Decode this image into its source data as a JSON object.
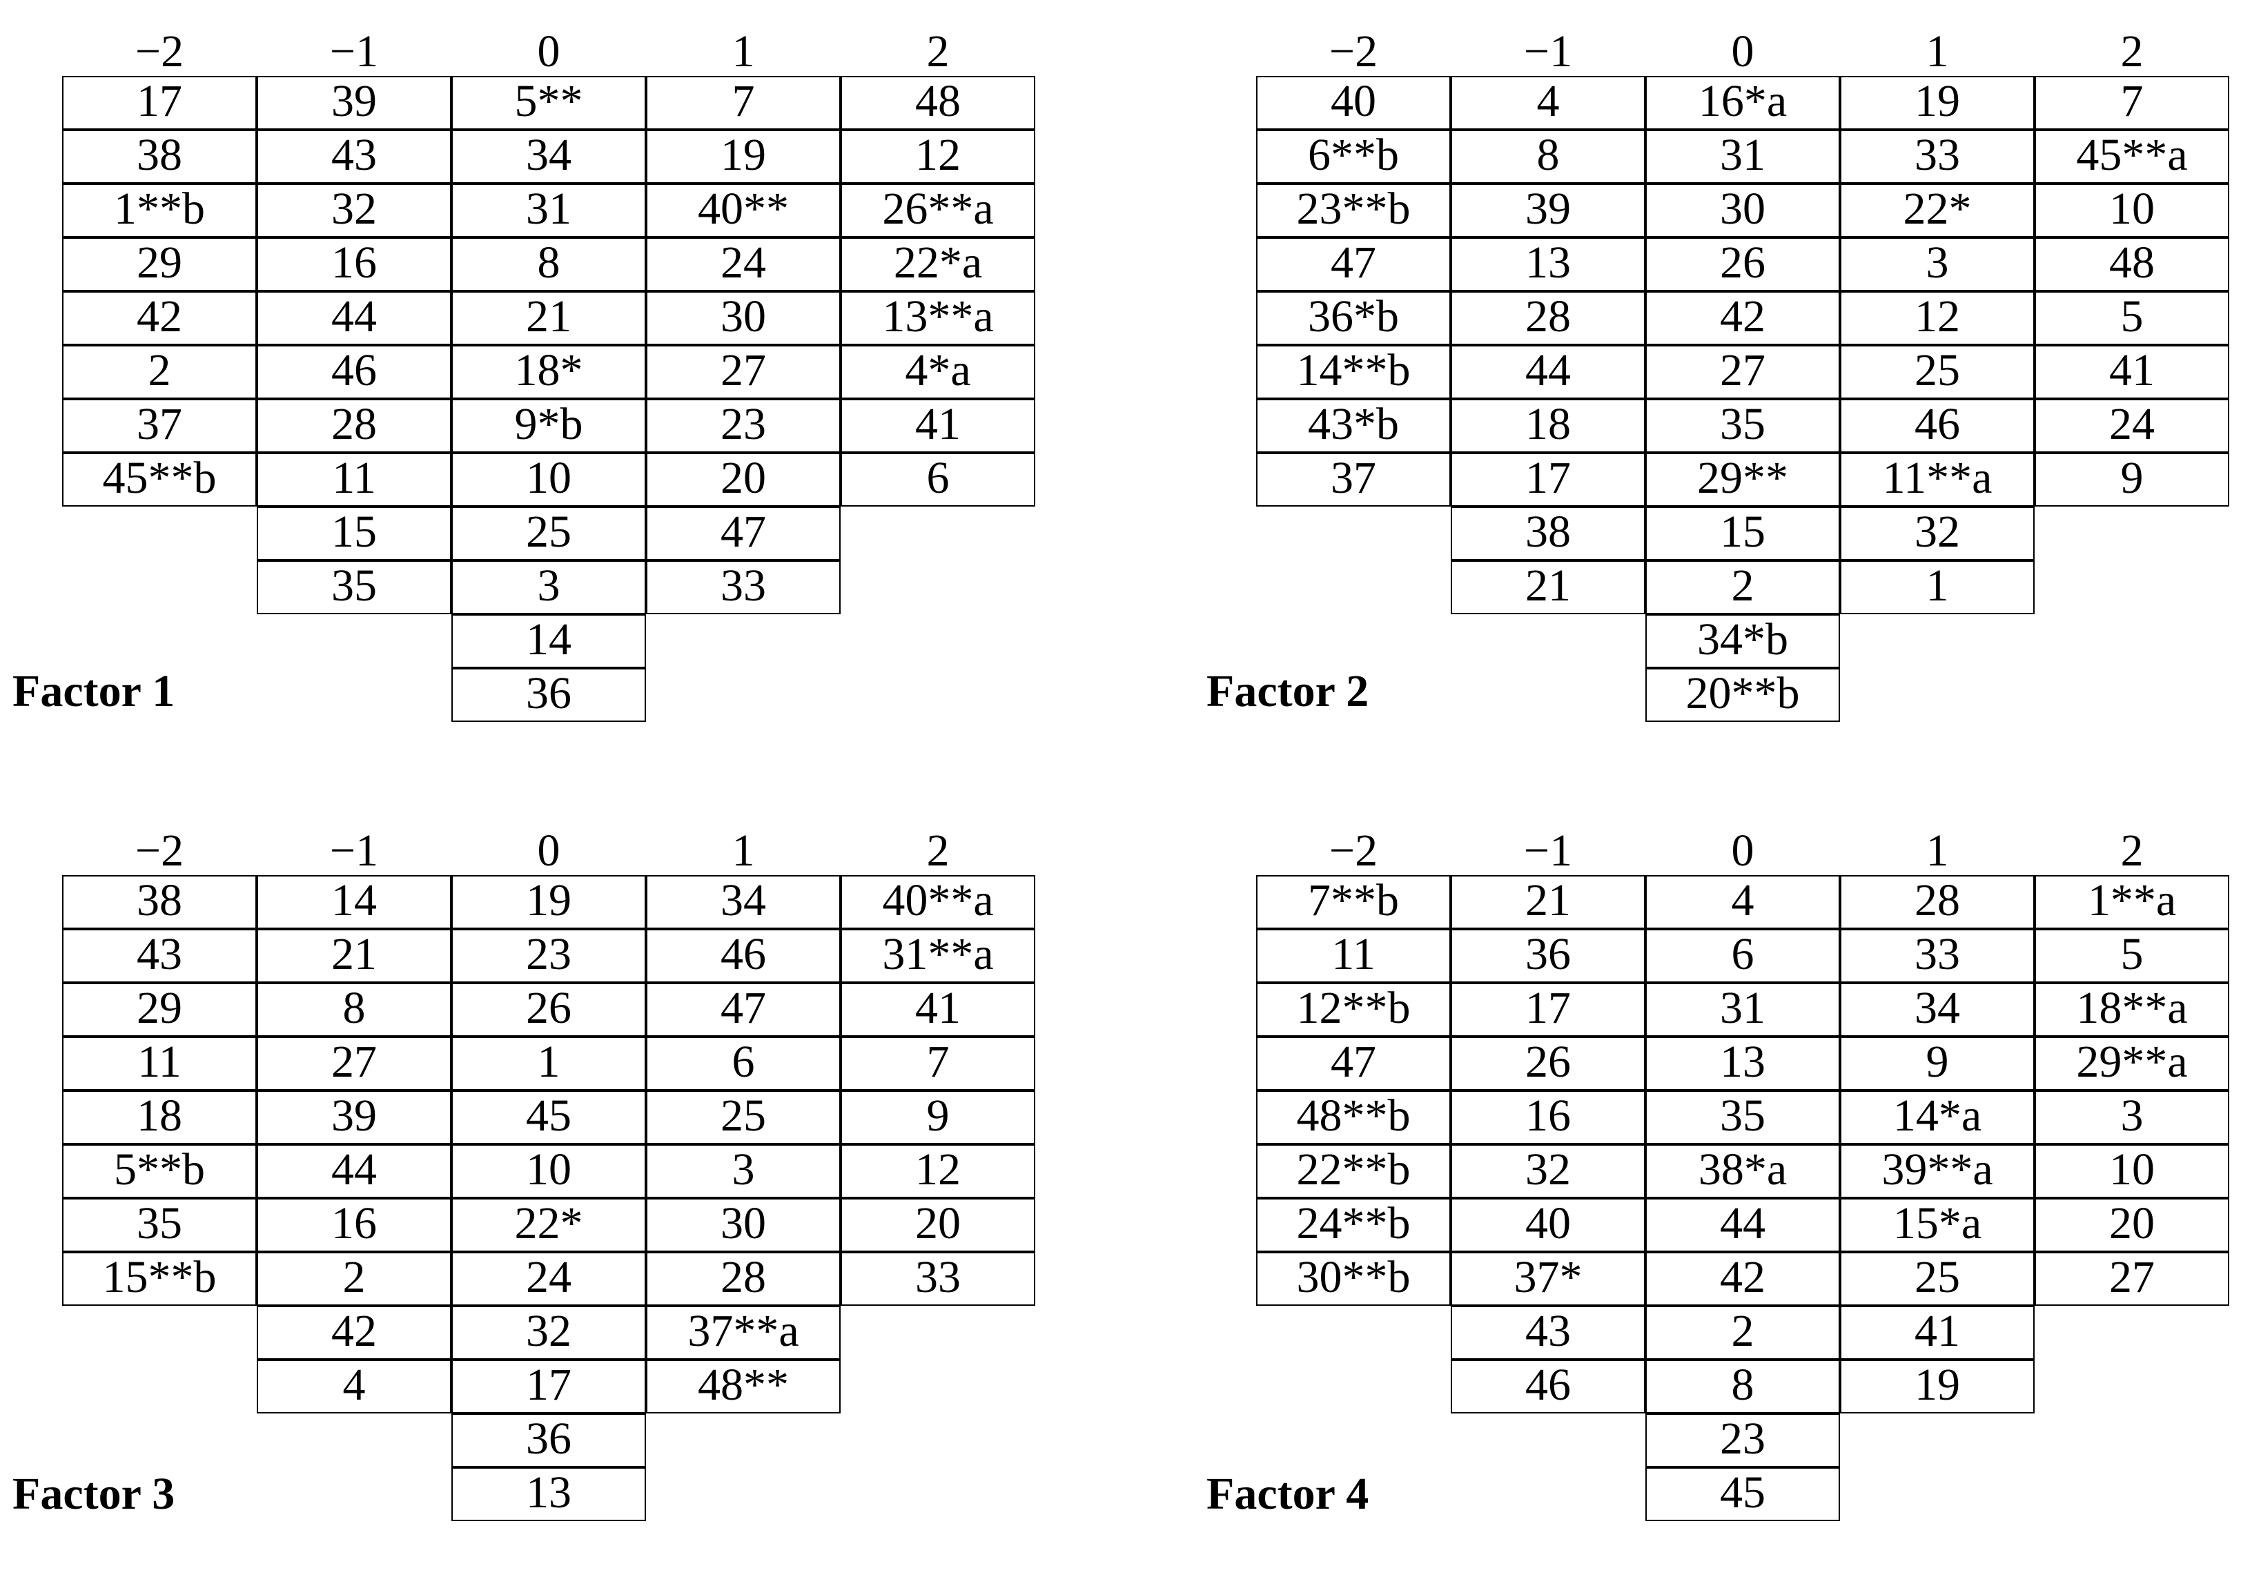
{
  "factors": [
    {
      "title": "Factor 1",
      "headers": [
        "−2",
        "−1",
        "0",
        "1",
        "2"
      ],
      "columns": [
        [
          "17",
          "38",
          "1**b",
          "29",
          "42",
          "2",
          "37",
          "45**b"
        ],
        [
          "39",
          "43",
          "32",
          "16",
          "44",
          "46",
          "28",
          "11",
          "15",
          "35"
        ],
        [
          "5**",
          "34",
          "31",
          "8",
          "21",
          "18*",
          "9*b",
          "10",
          "25",
          "3",
          "14",
          "36"
        ],
        [
          "7",
          "19",
          "40**",
          "24",
          "30",
          "27",
          "23",
          "20",
          "47",
          "33"
        ],
        [
          "48",
          "12",
          "26**a",
          "22*a",
          "13**a",
          "4*a",
          "41",
          "6"
        ]
      ]
    },
    {
      "title": "Factor 2",
      "headers": [
        "−2",
        "−1",
        "0",
        "1",
        "2"
      ],
      "columns": [
        [
          "40",
          "6**b",
          "23**b",
          "47",
          "36*b",
          "14**b",
          "43*b",
          "37"
        ],
        [
          "4",
          "8",
          "39",
          "13",
          "28",
          "44",
          "18",
          "17",
          "38",
          "21"
        ],
        [
          "16*a",
          "31",
          "30",
          "26",
          "42",
          "27",
          "35",
          "29**",
          "15",
          "2",
          "34*b",
          "20**b"
        ],
        [
          "19",
          "33",
          "22*",
          "3",
          "12",
          "25",
          "46",
          "11**a",
          "32",
          "1"
        ],
        [
          "7",
          "45**a",
          "10",
          "48",
          "5",
          "41",
          "24",
          "9"
        ]
      ]
    },
    {
      "title": "Factor 3",
      "headers": [
        "−2",
        "−1",
        "0",
        "1",
        "2"
      ],
      "columns": [
        [
          "38",
          "43",
          "29",
          "11",
          "18",
          "5**b",
          "35",
          "15**b"
        ],
        [
          "14",
          "21",
          "8",
          "27",
          "39",
          "44",
          "16",
          "2",
          "42",
          "4"
        ],
        [
          "19",
          "23",
          "26",
          "1",
          "45",
          "10",
          "22*",
          "24",
          "32",
          "17",
          "36",
          "13"
        ],
        [
          "34",
          "46",
          "47",
          "6",
          "25",
          "3",
          "30",
          "28",
          "37**a",
          "48**"
        ],
        [
          "40**a",
          "31**a",
          "41",
          "7",
          "9",
          "12",
          "20",
          "33"
        ]
      ]
    },
    {
      "title": "Factor 4",
      "headers": [
        "−2",
        "−1",
        "0",
        "1",
        "2"
      ],
      "columns": [
        [
          "7**b",
          "11",
          "12**b",
          "47",
          "48**b",
          "22**b",
          "24**b",
          "30**b"
        ],
        [
          "21",
          "36",
          "17",
          "26",
          "16",
          "32",
          "40",
          "37*",
          "43",
          "46"
        ],
        [
          "4",
          "6",
          "31",
          "13",
          "35",
          "38*a",
          "44",
          "42",
          "2",
          "8",
          "23",
          "45"
        ],
        [
          "28",
          "33",
          "34",
          "9",
          "14*a",
          "39**a",
          "15*a",
          "25",
          "41",
          "19"
        ],
        [
          "1**a",
          "5",
          "18**a",
          "29**a",
          "3",
          "10",
          "20",
          "27"
        ]
      ]
    }
  ]
}
